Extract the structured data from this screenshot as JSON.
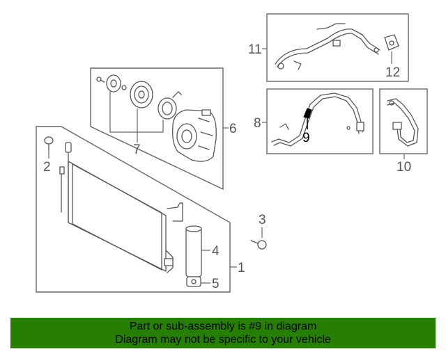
{
  "callouts": {
    "c1": "1",
    "c2": "2",
    "c3": "3",
    "c4": "4",
    "c5": "5",
    "c6": "6",
    "c7": "7",
    "c8": "8",
    "c9": "9",
    "c10": "10",
    "c11": "11",
    "c12": "12"
  },
  "highlighted_part": "9",
  "colors": {
    "banner": "#267f00",
    "highlight": "#000000",
    "line": "#555555"
  },
  "banner": {
    "line1": "Part or sub-assembly is #9 in diagram",
    "line2": "Diagram may not be specific to your vehicle"
  }
}
